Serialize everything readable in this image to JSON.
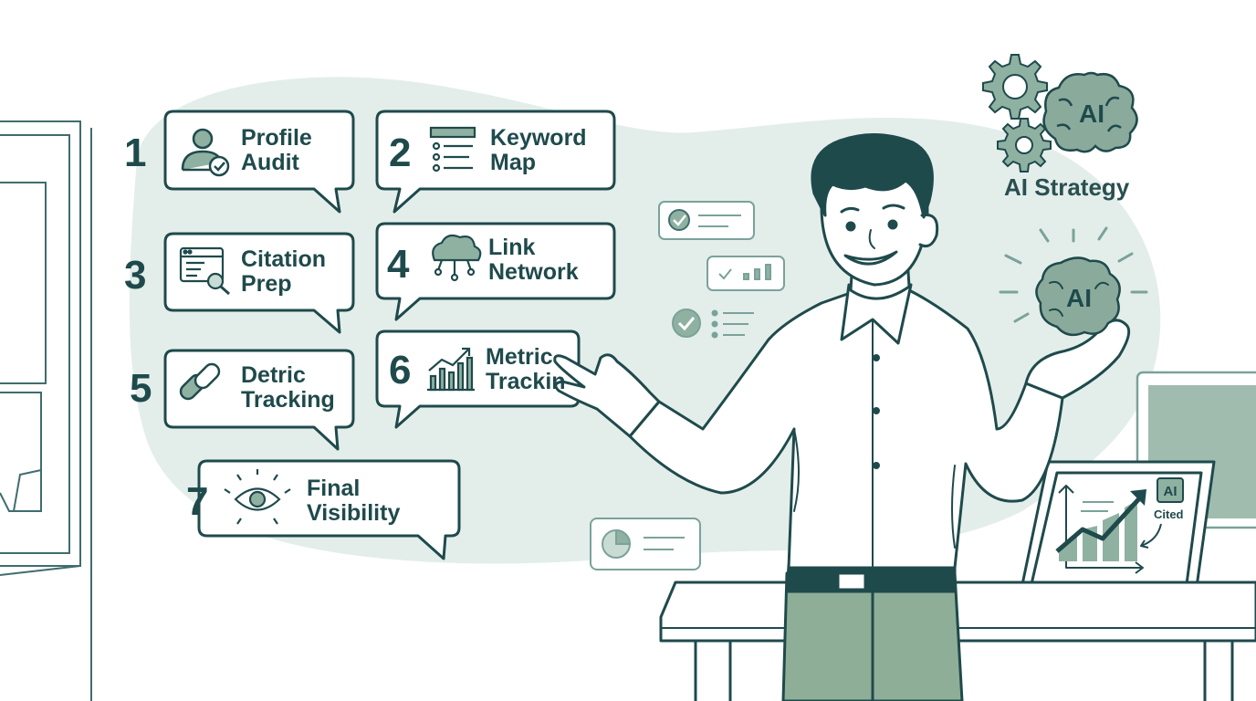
{
  "steps": [
    {
      "number": "1",
      "line1": "Profile",
      "line2": "Audit",
      "icon": "user-check-icon"
    },
    {
      "number": "2",
      "line1": "Keyword",
      "line2": "Map",
      "icon": "list-icon"
    },
    {
      "number": "3",
      "line1": "Citation",
      "line2": "Prep",
      "icon": "browser-search-icon"
    },
    {
      "number": "4",
      "line1": "Link",
      "line2": "Network",
      "icon": "cloud-network-icon"
    },
    {
      "number": "5",
      "line1": "Detric",
      "line2": "Tracking",
      "icon": "chain-link-icon"
    },
    {
      "number": "6",
      "line1": "Metric",
      "line2": "Trackin",
      "icon": "bar-chart-trend-icon"
    },
    {
      "number": "7",
      "line1": "Final",
      "line2": "Visibility",
      "icon": "eye-icon"
    }
  ],
  "strategy": {
    "label": "AI Strategy",
    "brain_badge": "AI",
    "hand_brain_badge": "AI"
  },
  "laptop": {
    "badge": "AI",
    "caption": "Cited"
  },
  "colors": {
    "ink": "#1f4a4c",
    "blob": "#e3eeea",
    "icon_fill": "#8fb1a2",
    "pants": "#8fae98",
    "brain": "#8aaa9c"
  }
}
